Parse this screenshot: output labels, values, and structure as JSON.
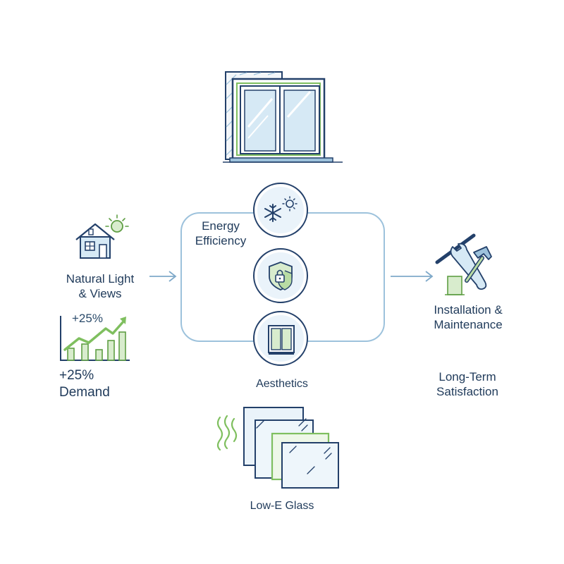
{
  "labels": {
    "energy_efficiency": [
      "Energy",
      "Efficiency"
    ],
    "natural_light": [
      "Natural Light",
      "& Views"
    ],
    "installation": [
      "Installation &",
      "Maintenance"
    ],
    "long_term": [
      "Long-Term",
      "Satisfaction"
    ],
    "aesthetics": "Aesthetics",
    "low_e_glass": "Low-E Glass",
    "demand": [
      "+25%",
      "Demand"
    ],
    "growth_badge": "+25%"
  },
  "colors": {
    "navy": "#23406a",
    "blue_fill": "#d6e9f5",
    "green": "#7fbf5f",
    "green_fill": "#d8eccd",
    "loop": "#9dc2dc"
  },
  "icons": {
    "top": "sliding-window-icon",
    "climate": "snowflake-sun-icon",
    "security": "shield-lock-icon",
    "frame": "window-frame-icon",
    "home": "house-sun-icon",
    "growth": "growth-chart-icon",
    "tools": "wrench-hammer-icon",
    "glass": "glass-panes-icon"
  }
}
